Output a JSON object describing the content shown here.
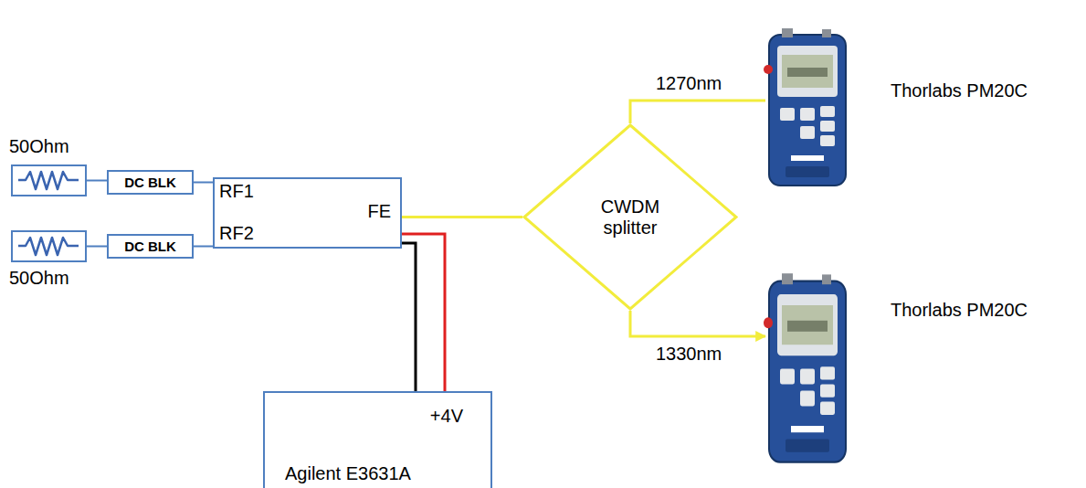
{
  "diagram": {
    "nodes": [
      {
        "text": [
          "50Ohm"
        ]
      },
      {
        "text": [
          "DC BLK"
        ]
      },
      {
        "text": [
          "50Ohm"
        ]
      },
      {
        "text": [
          "DC BLK"
        ]
      },
      {
        "text": [
          "RF1",
          "RF2",
          "FE"
        ]
      },
      {
        "text": [
          "CWDM splitter"
        ]
      },
      {
        "text": [
          "Thorlabs PM20C"
        ]
      },
      {
        "text": [
          "Thorlabs PM20C"
        ]
      },
      {
        "text": [
          "+4V",
          "Agilent E3631A"
        ]
      }
    ],
    "edges": [
      {
        "from": 0,
        "to": 1,
        "arrow": "none"
      },
      {
        "from": 1,
        "to": 4,
        "arrow": "none"
      },
      {
        "from": 2,
        "to": 3,
        "arrow": "none"
      },
      {
        "from": 3,
        "to": 4,
        "arrow": "none"
      },
      {
        "from": 4,
        "to": 5,
        "arrow": "none"
      },
      {
        "from": 5,
        "to": 6,
        "label": "1270nm",
        "arrow": "none"
      },
      {
        "from": 5,
        "to": 7,
        "label": "1330nm",
        "arrow": "to"
      },
      {
        "from": 4,
        "to": 8,
        "arrow": "none"
      },
      {
        "from": 4,
        "to": 8,
        "arrow": "none"
      }
    ]
  }
}
